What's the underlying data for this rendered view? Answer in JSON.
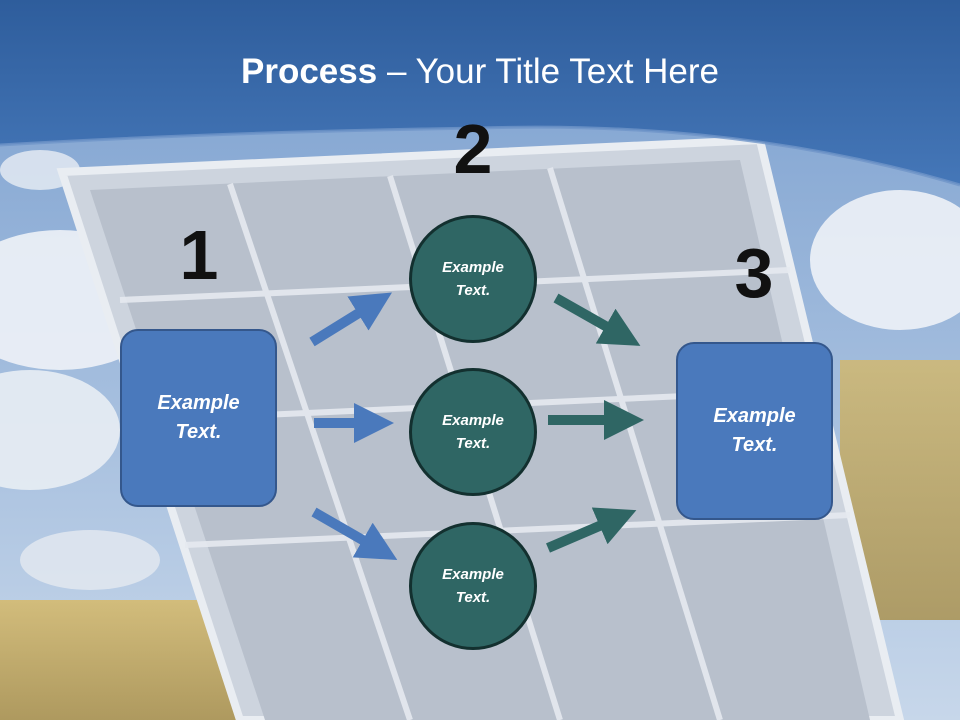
{
  "title": {
    "bold": "Process",
    "rest": " – Your Title Text Here"
  },
  "steps": [
    {
      "number": "1",
      "label": "Example Text."
    },
    {
      "number": "2",
      "labels": [
        "Example Text.",
        "Example Text.",
        "Example Text."
      ]
    },
    {
      "number": "3",
      "label": "Example Text."
    }
  ],
  "colors": {
    "header": "#3d6fb0",
    "box_fill": "#4a79bc",
    "circle_fill": "#2f6664",
    "arrow_blue": "#4a79bc",
    "arrow_teal": "#2f6664"
  }
}
